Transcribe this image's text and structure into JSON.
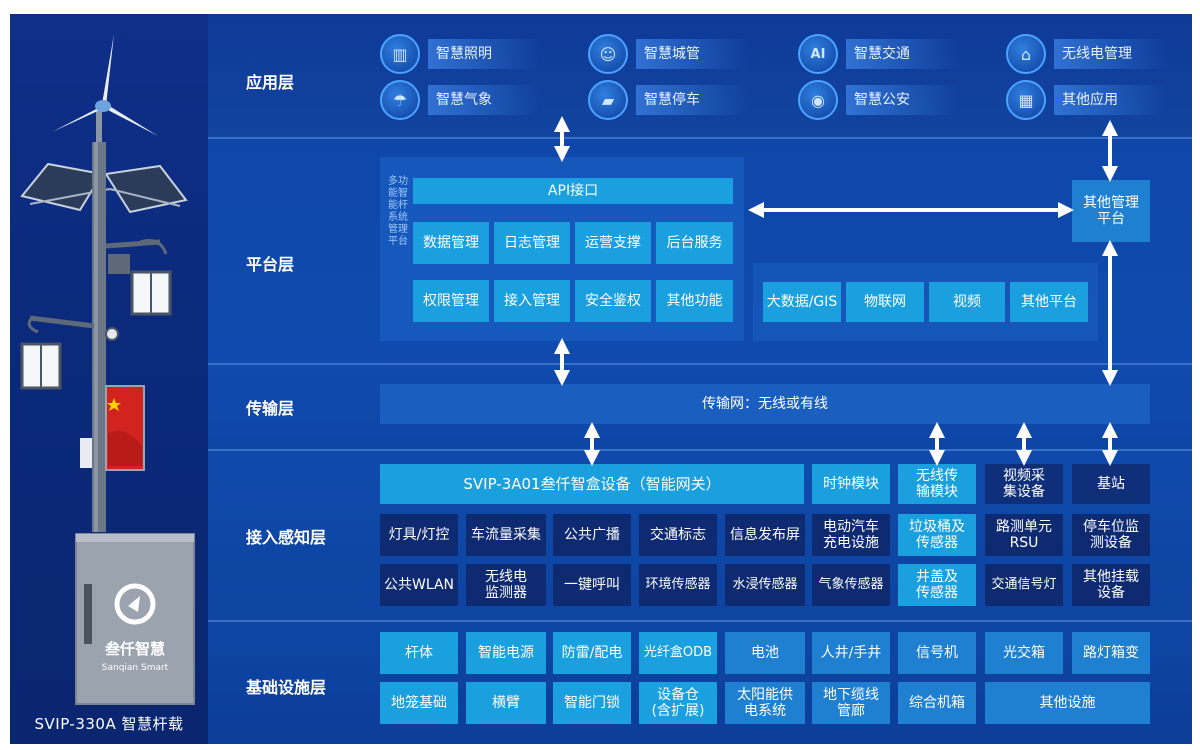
{
  "pole": {
    "caption": "SVIP-330A 智慧杆载",
    "brand_cn": "叁仟智慧",
    "brand_en": "Sanqian Smart"
  },
  "layers": {
    "application": "应用层",
    "platform": "平台层",
    "transport": "传输层",
    "access": "接入感知层",
    "infrastructure": "基础设施层"
  },
  "applications": [
    {
      "label": "智慧照明",
      "icon": "building-icon"
    },
    {
      "label": "智慧城管",
      "icon": "officer-icon"
    },
    {
      "label": "智慧交通",
      "icon": "ai-icon"
    },
    {
      "label": "无线电管理",
      "icon": "radio-tower-icon"
    },
    {
      "label": "智慧气象",
      "icon": "weather-icon"
    },
    {
      "label": "智慧停车",
      "icon": "truck-icon"
    },
    {
      "label": "智慧公安",
      "icon": "camera-icon"
    },
    {
      "label": "其他应用",
      "icon": "grid-icon"
    }
  ],
  "platform": {
    "side_label": "多功能智能杆系统管理平台",
    "api": "API接口",
    "modules_row1": [
      "数据管理",
      "日志管理",
      "运营支撑",
      "后台服务"
    ],
    "modules_row2": [
      "权限管理",
      "接入管理",
      "安全鉴权",
      "其他功能"
    ],
    "external": [
      "大数据/GIS",
      "物联网",
      "视频",
      "其他平台"
    ],
    "other_mgmt": "其他管理平台"
  },
  "transport": {
    "network": "传输网：无线或有线"
  },
  "access": {
    "gateway": "SVIP-3A01叁仟智盒设备（智能网关）",
    "top_modules": [
      "时钟模块",
      "无线传输模块",
      "视频采集设备",
      "基站"
    ],
    "row1": [
      "灯具/灯控",
      "车流量采集",
      "公共广播",
      "交通标志",
      "信息发布屏",
      "电动汽车充电设施",
      "垃圾桶及传感器",
      "路测单元RSU",
      "停车位监测设备"
    ],
    "row2": [
      "公共WLAN",
      "无线电监测器",
      "一键呼叫",
      "环境传感器",
      "水浸传感器",
      "气象传感器",
      "井盖及传感器",
      "交通信号灯",
      "其他挂载设备"
    ]
  },
  "infrastructure": {
    "row1": [
      "杆体",
      "智能电源",
      "防雷/配电",
      "光纤盒ODB",
      "电池",
      "人井/手井",
      "信号机",
      "光交箱",
      "路灯箱变"
    ],
    "row2": [
      "地笼基础",
      "横臂",
      "智能门锁",
      "设备仓(含扩展)",
      "太阳能供电系统",
      "地下缆线管廊",
      "综合机箱",
      "其他设施"
    ]
  },
  "colors": {
    "cyan": "#1aa0de",
    "dark": "#0f2f7a",
    "bg": "#0e43a8"
  }
}
